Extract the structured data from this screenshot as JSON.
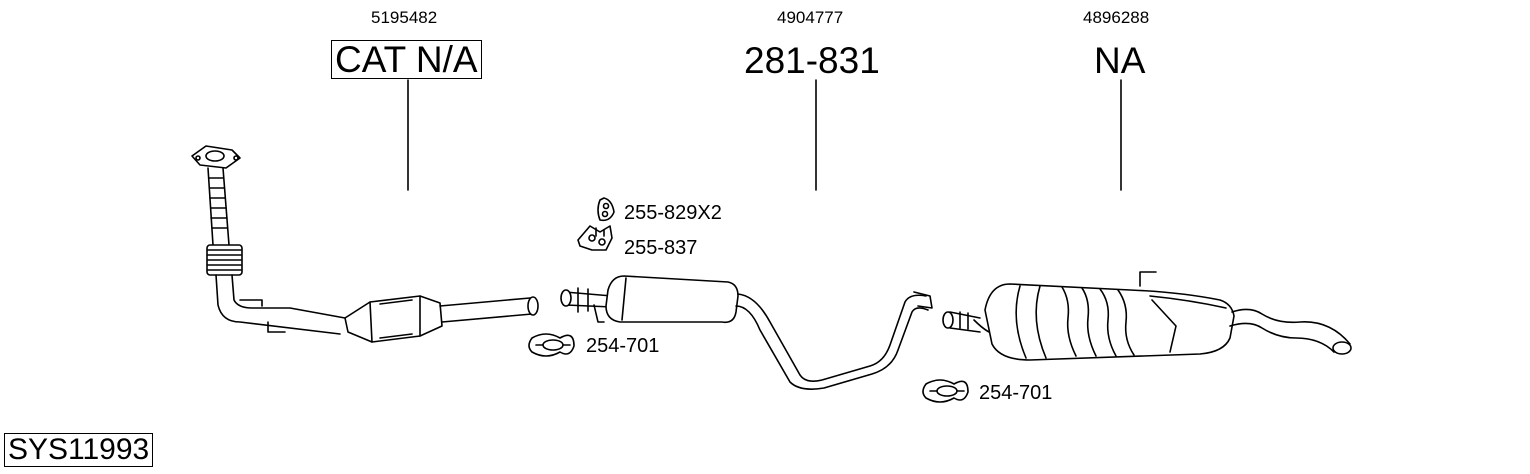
{
  "diagram_code": "SYS11993",
  "parts": [
    {
      "oem_number": "5195482",
      "part_number": "CAT N/A"
    },
    {
      "oem_number": "4904777",
      "part_number": "281-831"
    },
    {
      "oem_number": "4896288",
      "part_number": "NA"
    }
  ],
  "accessories": [
    {
      "code": "255-829X2",
      "icon": "rubber-hanger-ring-icon"
    },
    {
      "code": "255-837",
      "icon": "hanger-bracket-icon"
    },
    {
      "code": "254-701",
      "icon": "pipe-clamp-icon"
    },
    {
      "code": "254-701",
      "icon": "pipe-clamp-icon"
    }
  ]
}
